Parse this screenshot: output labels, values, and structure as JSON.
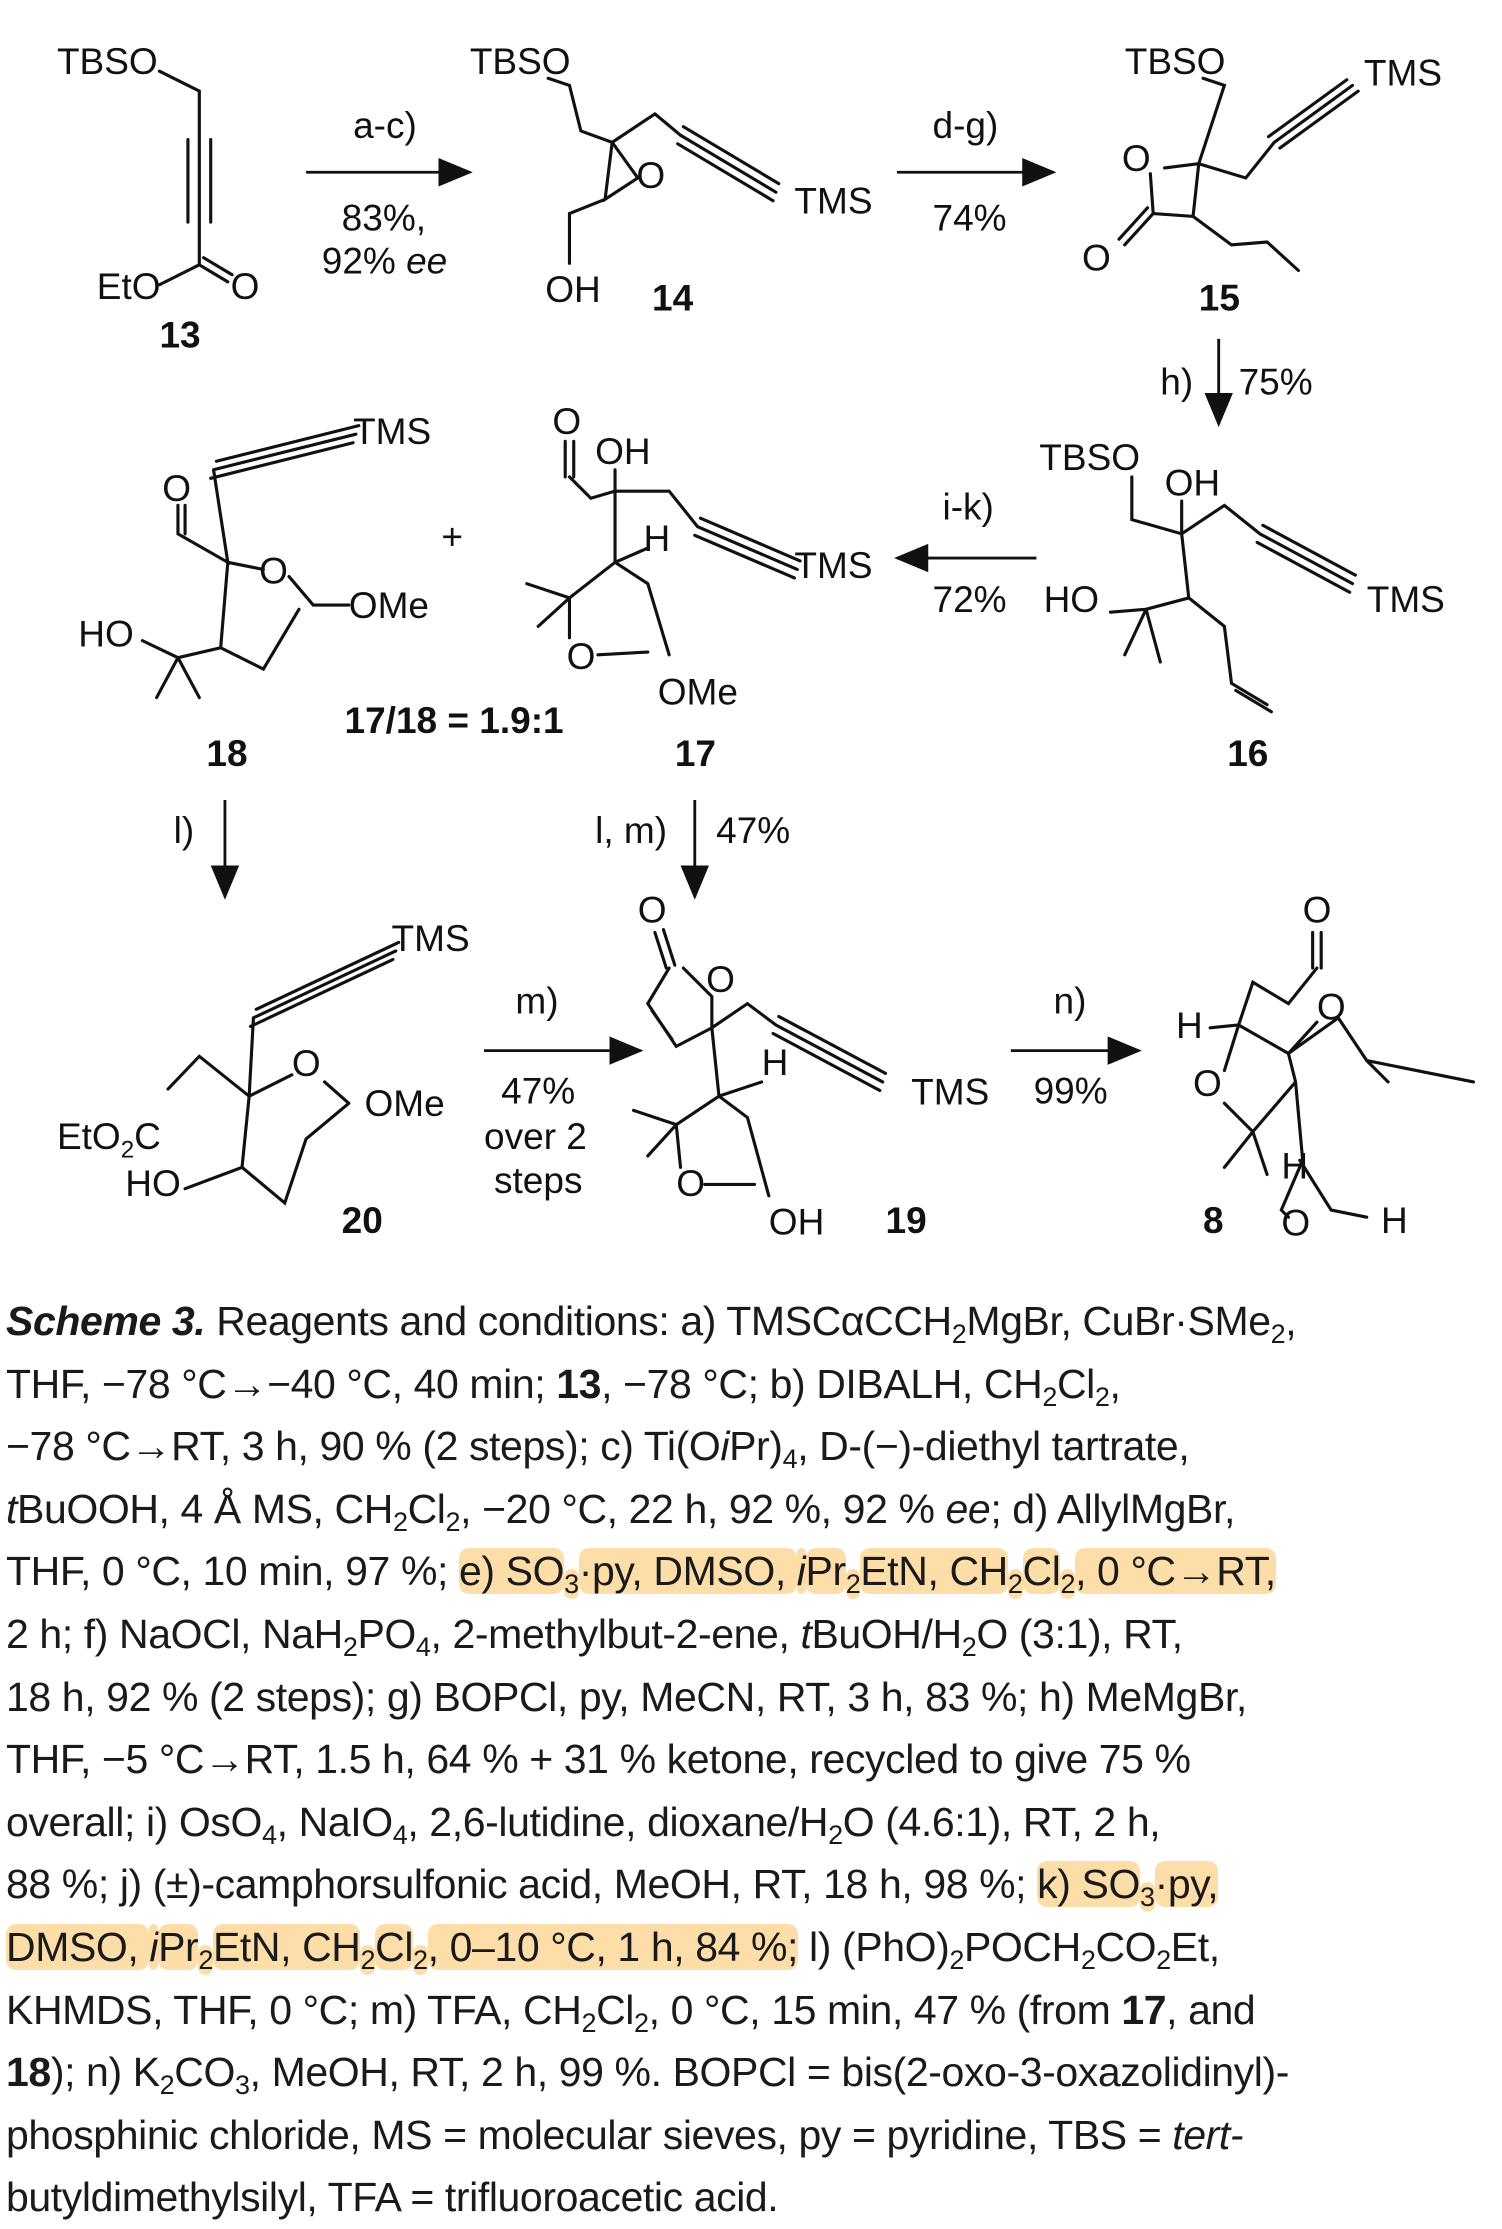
{
  "scheme": {
    "c13": {
      "tbso": "TBSO",
      "eto": "EtO",
      "o": "O",
      "label": "13"
    },
    "step_ac": {
      "reagent": "a-c)",
      "yield": "83%,",
      "ee_value": "92%",
      "ee": "ee"
    },
    "c14": {
      "tbso": "TBSO",
      "o": "O",
      "tms": "TMS",
      "oh": "OH",
      "label": "14"
    },
    "step_dg": {
      "reagent": "d-g)",
      "yield": "74%"
    },
    "c15": {
      "tbso": "TBSO",
      "tms": "TMS",
      "o_ring": "O",
      "o_carbonyl": "O",
      "label": "15"
    },
    "step_h": {
      "reagent": "h)",
      "yield": "75%"
    },
    "c16": {
      "tbso": "TBSO",
      "oh": "OH",
      "tms": "TMS",
      "ho": "HO",
      "label": "16"
    },
    "step_ik": {
      "reagent": "i-k)",
      "yield": "72%"
    },
    "c17": {
      "o_ald": "O",
      "oh": "OH",
      "h": "H",
      "tms": "TMS",
      "o_ring": "O",
      "ome": "OMe",
      "label": "17"
    },
    "plus": "+",
    "ratio": "17/18 = 1.9:1",
    "c18": {
      "tms": "TMS",
      "o_ald": "O",
      "o_ring": "O",
      "ome": "OMe",
      "ho": "HO",
      "label": "18"
    },
    "step_l": {
      "reagent": "l)"
    },
    "step_lm": {
      "reagent": "l, m)",
      "yield": "47%"
    },
    "c20": {
      "tms": "TMS",
      "o_ring": "O",
      "ome": "OMe",
      "eto2c": "EtO",
      "eto2c_sub": "2",
      "eto2c_c": "C",
      "ho": "HO",
      "label": "20"
    },
    "step_m": {
      "reagent": "m)",
      "yield": "47%",
      "note1": "over 2",
      "note2": "steps"
    },
    "c19": {
      "o_carbonyl": "O",
      "o_lactone": "O",
      "h": "H",
      "tms": "TMS",
      "o_ring": "O",
      "oh": "OH",
      "label": "19"
    },
    "step_n": {
      "reagent": "n)",
      "yield": "99%"
    },
    "c8": {
      "o_carbonyl": "O",
      "h_top": "H",
      "o_lactone": "O",
      "o_ring": "O",
      "h_mid": "H",
      "label": "8",
      "o_ald": "O",
      "h_ald": "H"
    }
  },
  "caption": {
    "highlight_color": "#fcd38c",
    "lines": [
      [
        [
          "Scheme 3.",
          "bi"
        ],
        [
          "  Reagents and conditions: a) TMSCαCCH",
          ""
        ],
        [
          "2",
          "s"
        ],
        [
          "MgBr, CuBr·SMe",
          ""
        ],
        [
          "2",
          "s"
        ],
        [
          ",",
          ""
        ]
      ],
      [
        [
          "THF, −78 °C→−40 °C, 40 min; ",
          ""
        ],
        [
          "13",
          "b"
        ],
        [
          ", −78 °C; b) DIBALH, CH",
          ""
        ],
        [
          "2",
          "s"
        ],
        [
          "Cl",
          ""
        ],
        [
          "2",
          "s"
        ],
        [
          ",",
          ""
        ]
      ],
      [
        [
          "−78 °C→RT, 3 h, 90 % (2 steps); c) Ti(O",
          ""
        ],
        [
          "i",
          "i"
        ],
        [
          "Pr)",
          ""
        ],
        [
          "4",
          "s"
        ],
        [
          ", D-(−)-diethyl tartrate,",
          ""
        ]
      ],
      [
        [
          "t",
          "i"
        ],
        [
          "BuOOH, 4 Å MS, CH",
          ""
        ],
        [
          "2",
          "s"
        ],
        [
          "Cl",
          ""
        ],
        [
          "2",
          "s"
        ],
        [
          ", −20 °C, 22 h, 92 %, 92 % ",
          ""
        ],
        [
          "ee",
          "i"
        ],
        [
          "; d) AllylMgBr,",
          ""
        ]
      ],
      [
        [
          "THF, 0 °C, 10 min, 97 %; ",
          ""
        ],
        [
          "e) SO",
          "h"
        ],
        [
          "3",
          "sh"
        ],
        [
          "·py, DMSO, ",
          "h"
        ],
        [
          "i",
          "ih"
        ],
        [
          "Pr",
          "h"
        ],
        [
          "2",
          "sh"
        ],
        [
          "EtN, CH",
          "h"
        ],
        [
          "2",
          "sh"
        ],
        [
          "Cl",
          "h"
        ],
        [
          "2",
          "sh"
        ],
        [
          ", 0 °C→RT,",
          "h"
        ]
      ],
      [
        [
          "2 h; f) NaOCl, NaH",
          ""
        ],
        [
          "2",
          "s"
        ],
        [
          "PO",
          ""
        ],
        [
          "4",
          "s"
        ],
        [
          ", 2-methylbut-2-ene, ",
          ""
        ],
        [
          "t",
          "i"
        ],
        [
          "BuOH/H",
          ""
        ],
        [
          "2",
          "s"
        ],
        [
          "O (3:1), RT,",
          ""
        ]
      ],
      [
        [
          "18 h, 92 % (2 steps); g) BOPCl, py, MeCN, RT, 3 h, 83 %; h) MeMgBr,",
          ""
        ]
      ],
      [
        [
          "THF, −5 °C→RT, 1.5 h, 64 % + 31 % ketone, recycled to give 75 %",
          ""
        ]
      ],
      [
        [
          "overall; i) OsO",
          ""
        ],
        [
          "4",
          "s"
        ],
        [
          ", NaIO",
          ""
        ],
        [
          "4",
          "s"
        ],
        [
          ", 2,6-lutidine, dioxane/H",
          ""
        ],
        [
          "2",
          "s"
        ],
        [
          "O (4.6:1), RT, 2 h,",
          ""
        ]
      ],
      [
        [
          "88 %; j) (±)-camphorsulfonic acid, MeOH, RT, 18 h, 98 %; ",
          ""
        ],
        [
          "k) SO",
          "h"
        ],
        [
          "3",
          "sh"
        ],
        [
          "·py,",
          "h"
        ]
      ],
      [
        [
          "DMSO, ",
          "h"
        ],
        [
          "i",
          "ih"
        ],
        [
          "Pr",
          "h"
        ],
        [
          "2",
          "sh"
        ],
        [
          "EtN, CH",
          "h"
        ],
        [
          "2",
          "sh"
        ],
        [
          "Cl",
          "h"
        ],
        [
          "2",
          "sh"
        ],
        [
          ", 0–10 °C, 1 h, 84 %;",
          "h"
        ],
        [
          " l) (PhO)",
          ""
        ],
        [
          "2",
          "s"
        ],
        [
          "POCH",
          ""
        ],
        [
          "2",
          "s"
        ],
        [
          "CO",
          ""
        ],
        [
          "2",
          "s"
        ],
        [
          "Et,",
          ""
        ]
      ],
      [
        [
          "KHMDS, THF, 0 °C; m) TFA, CH",
          ""
        ],
        [
          "2",
          "s"
        ],
        [
          "Cl",
          ""
        ],
        [
          "2",
          "s"
        ],
        [
          ", 0 °C, 15 min, 47 % (from ",
          ""
        ],
        [
          "17",
          "b"
        ],
        [
          ", and",
          ""
        ]
      ],
      [
        [
          "18",
          "b"
        ],
        [
          "); n) K",
          ""
        ],
        [
          "2",
          "s"
        ],
        [
          "CO",
          ""
        ],
        [
          "3",
          "s"
        ],
        [
          ", MeOH, RT, 2 h, 99 %. BOPCl = bis(2-oxo-3-oxazolidinyl)-",
          ""
        ]
      ],
      [
        [
          "phosphinic chloride, MS = molecular sieves, py = pyridine, TBS = ",
          ""
        ],
        [
          "tert-",
          "i"
        ]
      ],
      [
        [
          "butyldimethylsilyl, TFA = trifluoroacetic acid.",
          ""
        ]
      ]
    ]
  }
}
